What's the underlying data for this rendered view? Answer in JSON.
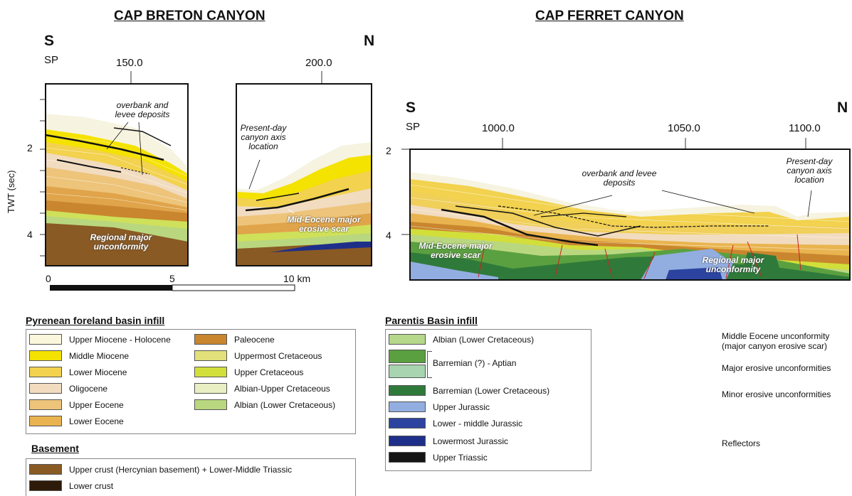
{
  "titles": {
    "left": "CAP BRETON CANYON",
    "right": "CAP FERRET CANYON"
  },
  "left_section": {
    "dir_south": "S",
    "dir_north": "N",
    "sp_label": "SP",
    "sp_ticks": [
      "150.0",
      "200.0"
    ],
    "y_axis_label": "TWT (sec)",
    "y_ticks": [
      "2",
      "4"
    ],
    "scale_ticks": [
      "0",
      "5",
      "10 km"
    ],
    "annotations": {
      "overbank": "overbank and levee deposits",
      "present_day": "Present-day canyon axis location",
      "mid_eocene": "Mid-Eocene major erosive scar",
      "regional": "Regional major unconformity"
    }
  },
  "right_section": {
    "dir_south": "S",
    "dir_north": "N",
    "sp_label": "SP",
    "sp_ticks": [
      "1000.0",
      "1050.0",
      "1100.0"
    ],
    "y_ticks": [
      "2",
      "4"
    ],
    "annotations": {
      "overbank": "overbank and levee deposits",
      "present_day": "Present-day canyon axis location",
      "mid_eocene": "Mid-Eocene major erosive scar",
      "regional": "Regional major unconformity"
    }
  },
  "legend_pyrenean": {
    "title": "Pyrenean foreland basin infill",
    "col1": [
      {
        "label": "Upper Miocene - Holocene",
        "color": "#fbf7dc"
      },
      {
        "label": "Middle Miocene",
        "color": "#f4e200"
      },
      {
        "label": "Lower Miocene",
        "color": "#f2d24e"
      },
      {
        "label": "Oligocene",
        "color": "#f2dcc0"
      },
      {
        "label": "Upper Eocene",
        "color": "#edc47a"
      },
      {
        "label": "Lower Eocene",
        "color": "#e9b44f"
      }
    ],
    "col2": [
      {
        "label": "Paleocene",
        "color": "#c9862e"
      },
      {
        "label": "Uppermost Cretaceous",
        "color": "#e2e07a"
      },
      {
        "label": "Upper Cretaceous",
        "color": "#d2df3a"
      },
      {
        "label": "Albian-Upper Cretaceous",
        "color": "#e9efc3"
      },
      {
        "label": "Albian (Lower Cretaceous)",
        "color": "#b9d77f"
      }
    ]
  },
  "legend_basement": {
    "title": "Basement",
    "items": [
      {
        "label": "Upper crust (Hercynian basement) + Lower-Middle Triassic",
        "color": "#8a5a24"
      },
      {
        "label": "Lower crust",
        "color": "#2e1a08"
      }
    ]
  },
  "legend_parentis": {
    "title": "Parentis Basin infill",
    "items": [
      {
        "label": "Albian (Lower Cretaceous)",
        "color": "#b5d88a"
      },
      {
        "label": "Barremian (?) - Aptian",
        "color": "#5aa040",
        "color2": "#a8d4b0"
      },
      {
        "label": "Barremian (Lower Cretaceous)",
        "color": "#2f7a3a"
      },
      {
        "label": "Upper Jurassic",
        "color": "#92aee0"
      },
      {
        "label": "Lower - middle Jurassic",
        "color": "#2c44a0"
      },
      {
        "label": "Lowermost Jurassic",
        "color": "#1e2f8a"
      },
      {
        "label": "Upper Triassic",
        "color": "#151515"
      }
    ]
  },
  "legend_lines": {
    "items": [
      {
        "label": "Middle Eocene unconformity (major canyon erosive scar)"
      },
      {
        "label": "Major erosive unconformities"
      },
      {
        "label": "Minor erosive unconformities"
      },
      {
        "label": "Reflectors"
      }
    ]
  }
}
